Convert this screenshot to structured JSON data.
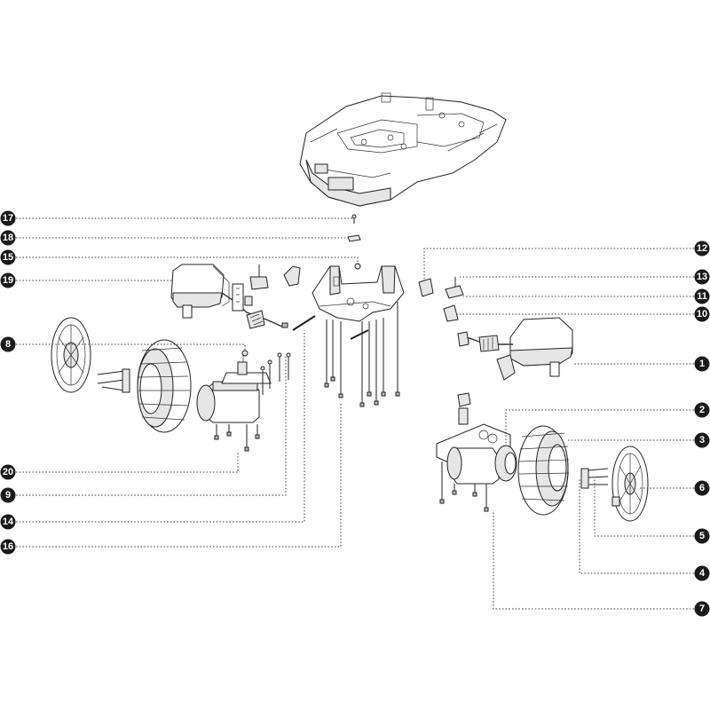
{
  "diagram": {
    "callouts": [
      {
        "id": "c17",
        "label": "17",
        "side": "left"
      },
      {
        "id": "c18",
        "label": "18",
        "side": "left"
      },
      {
        "id": "c15",
        "label": "15",
        "side": "left"
      },
      {
        "id": "c19",
        "label": "19",
        "side": "left"
      },
      {
        "id": "c8",
        "label": "8",
        "side": "left"
      },
      {
        "id": "c20",
        "label": "20",
        "side": "left"
      },
      {
        "id": "c9",
        "label": "9",
        "side": "left"
      },
      {
        "id": "c14",
        "label": "14",
        "side": "left"
      },
      {
        "id": "c16",
        "label": "16",
        "side": "left"
      },
      {
        "id": "c12",
        "label": "12",
        "side": "right"
      },
      {
        "id": "c13",
        "label": "13",
        "side": "right"
      },
      {
        "id": "c11",
        "label": "11",
        "side": "right"
      },
      {
        "id": "c10",
        "label": "10",
        "side": "right"
      },
      {
        "id": "c1",
        "label": "1",
        "side": "right"
      },
      {
        "id": "c2",
        "label": "2",
        "side": "right"
      },
      {
        "id": "c3",
        "label": "3",
        "side": "right"
      },
      {
        "id": "c6",
        "label": "6",
        "side": "right"
      },
      {
        "id": "c5",
        "label": "5",
        "side": "right"
      },
      {
        "id": "c4",
        "label": "4",
        "side": "right"
      },
      {
        "id": "c7",
        "label": "7",
        "side": "right"
      }
    ]
  }
}
